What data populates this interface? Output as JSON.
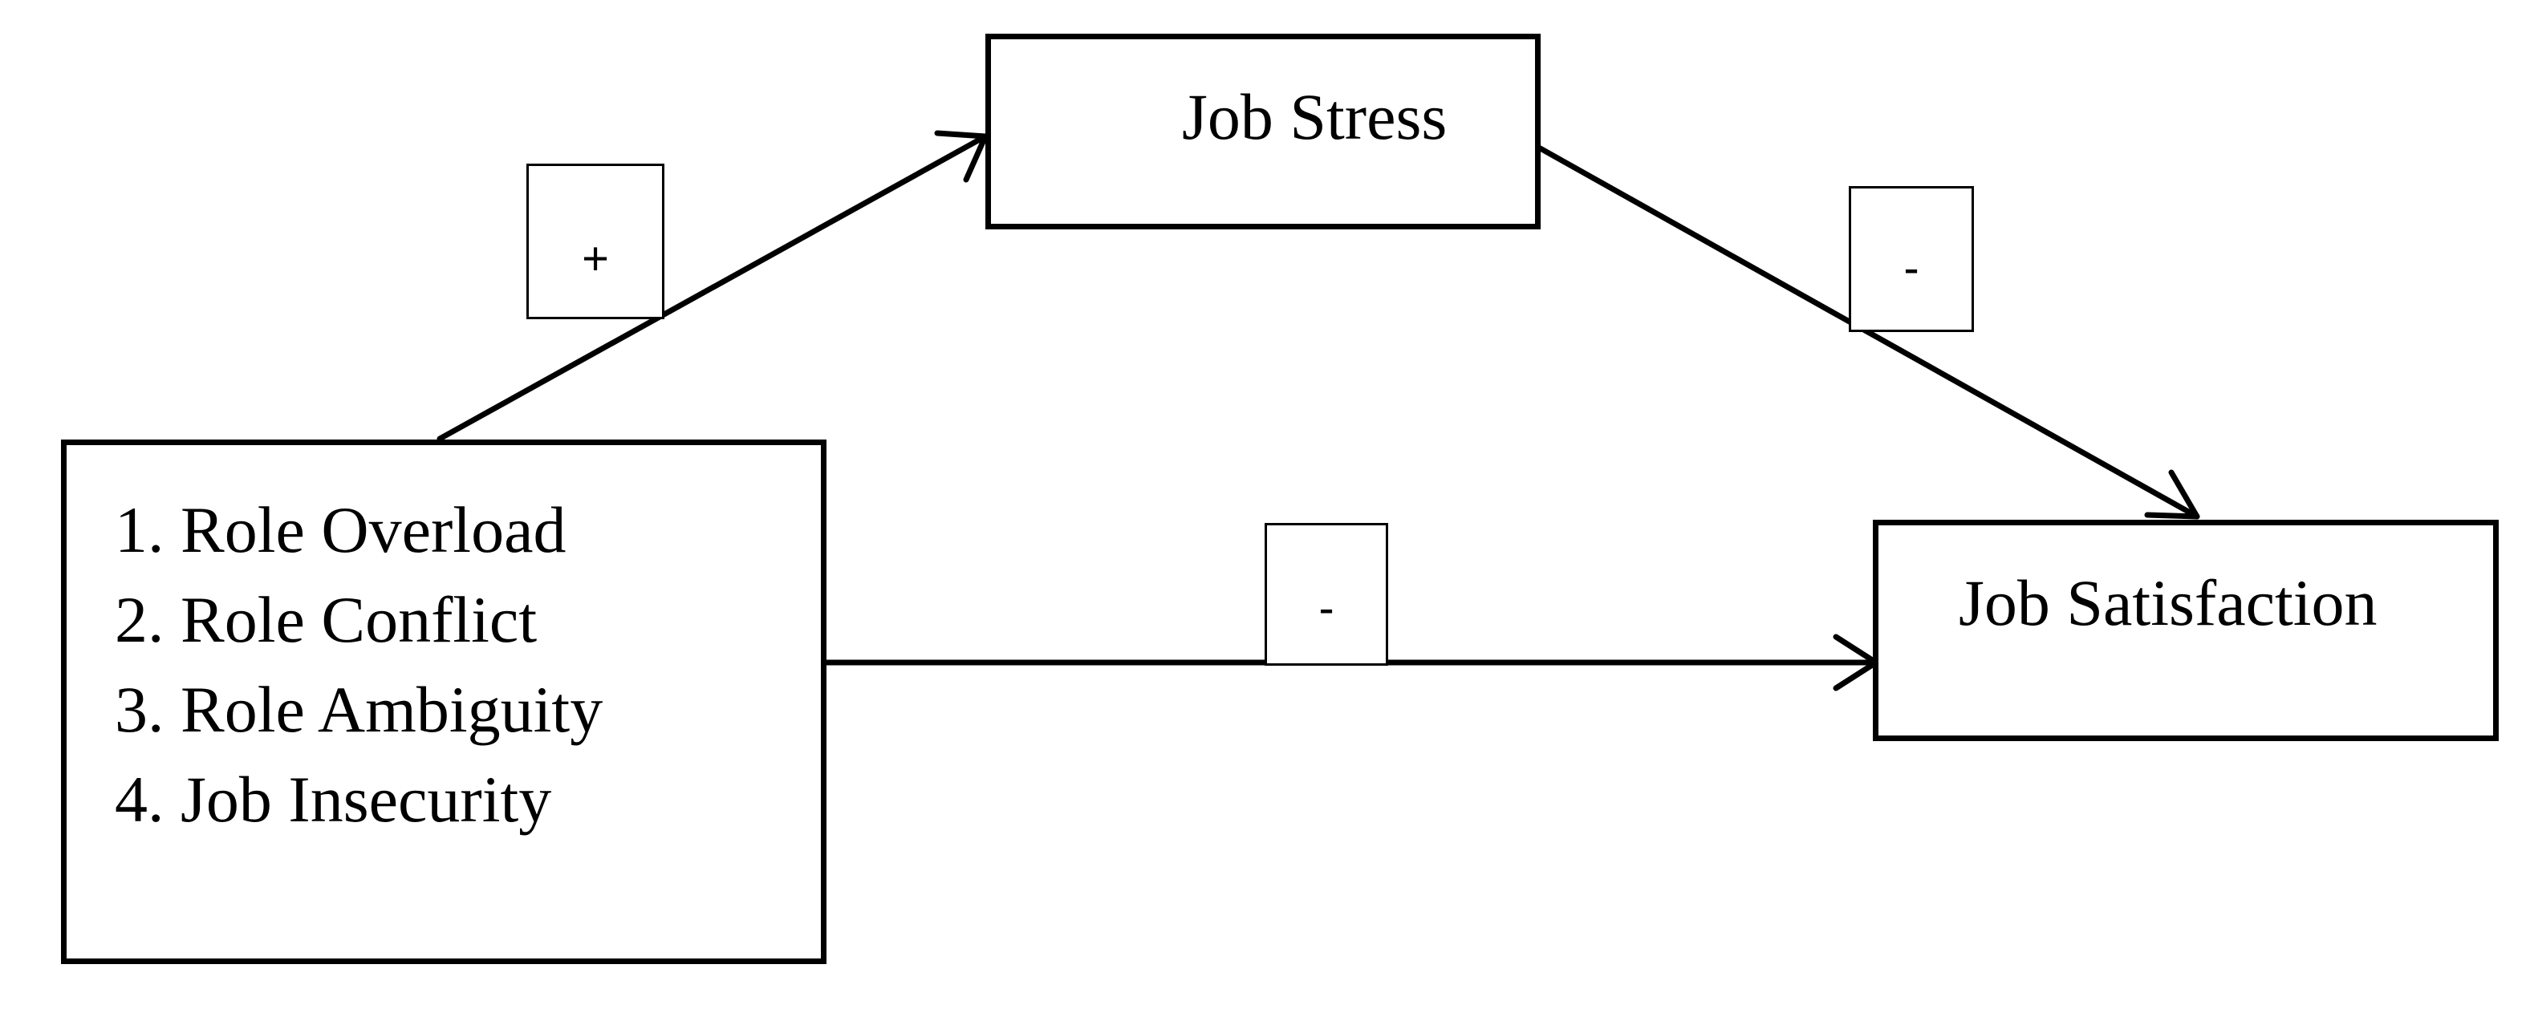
{
  "predictors": {
    "items": [
      "1. Role Overload",
      "2. Role Conflict",
      "3. Role Ambiguity",
      "4. Job Insecurity"
    ]
  },
  "mediator": {
    "label": "Job Stress"
  },
  "outcome": {
    "label": "Job Satisfaction"
  },
  "paths": {
    "predictors_to_stress": {
      "sign": "+"
    },
    "stress_to_satisfaction": {
      "sign": "-"
    },
    "predictors_to_satisfaction": {
      "sign": "-"
    }
  },
  "colors": {
    "stroke": "#000000",
    "background": "#ffffff"
  }
}
